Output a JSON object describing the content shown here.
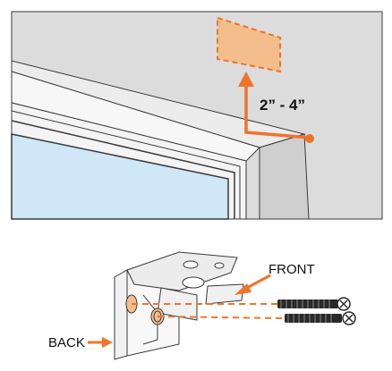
{
  "measurement": {
    "label": "2” - 4”"
  },
  "bracket": {
    "front_label": "FRONT",
    "back_label": "BACK"
  },
  "colors": {
    "accent": "#f0732a",
    "template": "#f4be8c",
    "wall": "#dcdcdc",
    "glass": "#cfe7f6",
    "frame_top": "#ffffff",
    "outline": "#3a3a3a"
  },
  "icons": [
    "screw-icon",
    "screw-icon"
  ]
}
